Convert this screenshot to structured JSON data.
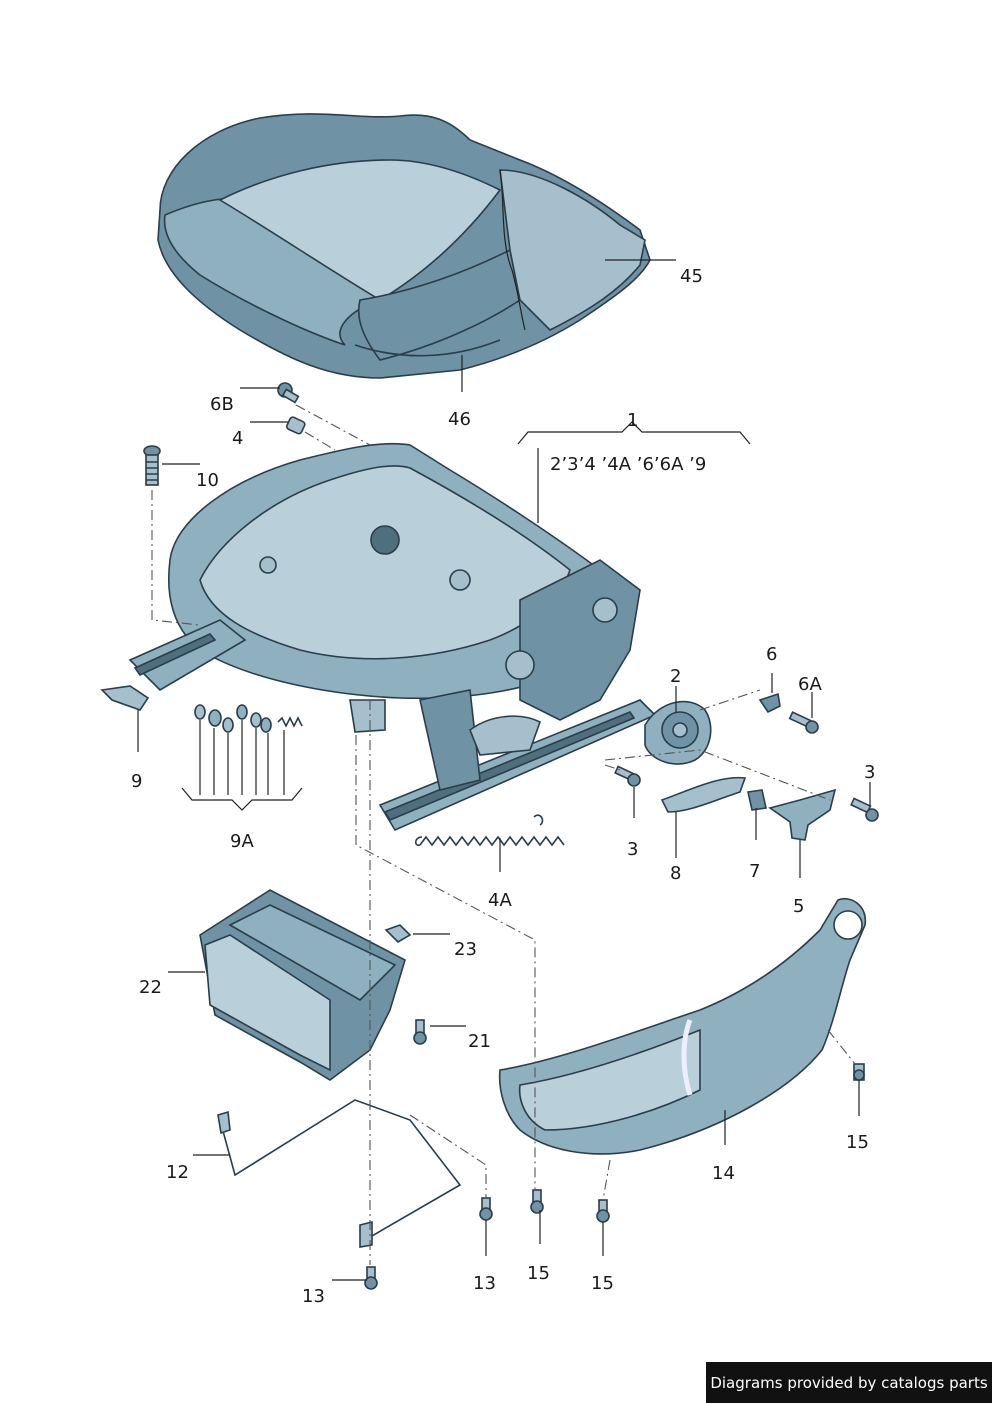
{
  "labels": {
    "l45": "45",
    "l46": "46",
    "l6B": "6B",
    "l4": "4",
    "l10": "10",
    "l1": "1",
    "l1sub": "2’3’4 ’4A  ’6’6A ’9",
    "l2": "2",
    "l6": "6",
    "l6A": "6A",
    "l3a": "3",
    "l3b": "3",
    "l8": "8",
    "l7": "7",
    "l5": "5",
    "l9": "9",
    "l9A": "9A",
    "l4A": "4A",
    "l23": "23",
    "l22": "22",
    "l21": "21",
    "l12": "12",
    "l14": "14",
    "l15a": "15",
    "l15b": "15",
    "l15c": "15",
    "l13a": "13",
    "l13b": "13"
  },
  "credit": "Diagrams provided by catalogs parts"
}
